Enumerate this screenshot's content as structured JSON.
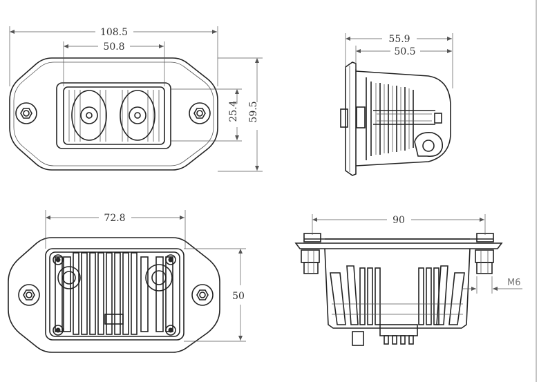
{
  "dimensions": {
    "front_overall_width": "108.5",
    "front_lens_width": "50.8",
    "front_lens_height": "25.4",
    "front_overall_height": "59.5",
    "side_overall_depth": "55.9",
    "side_body_depth": "50.5",
    "rear_flange_width": "72.8",
    "rear_height": "50",
    "bottom_bolt_spacing": "90",
    "bolt_thread": "M6"
  }
}
